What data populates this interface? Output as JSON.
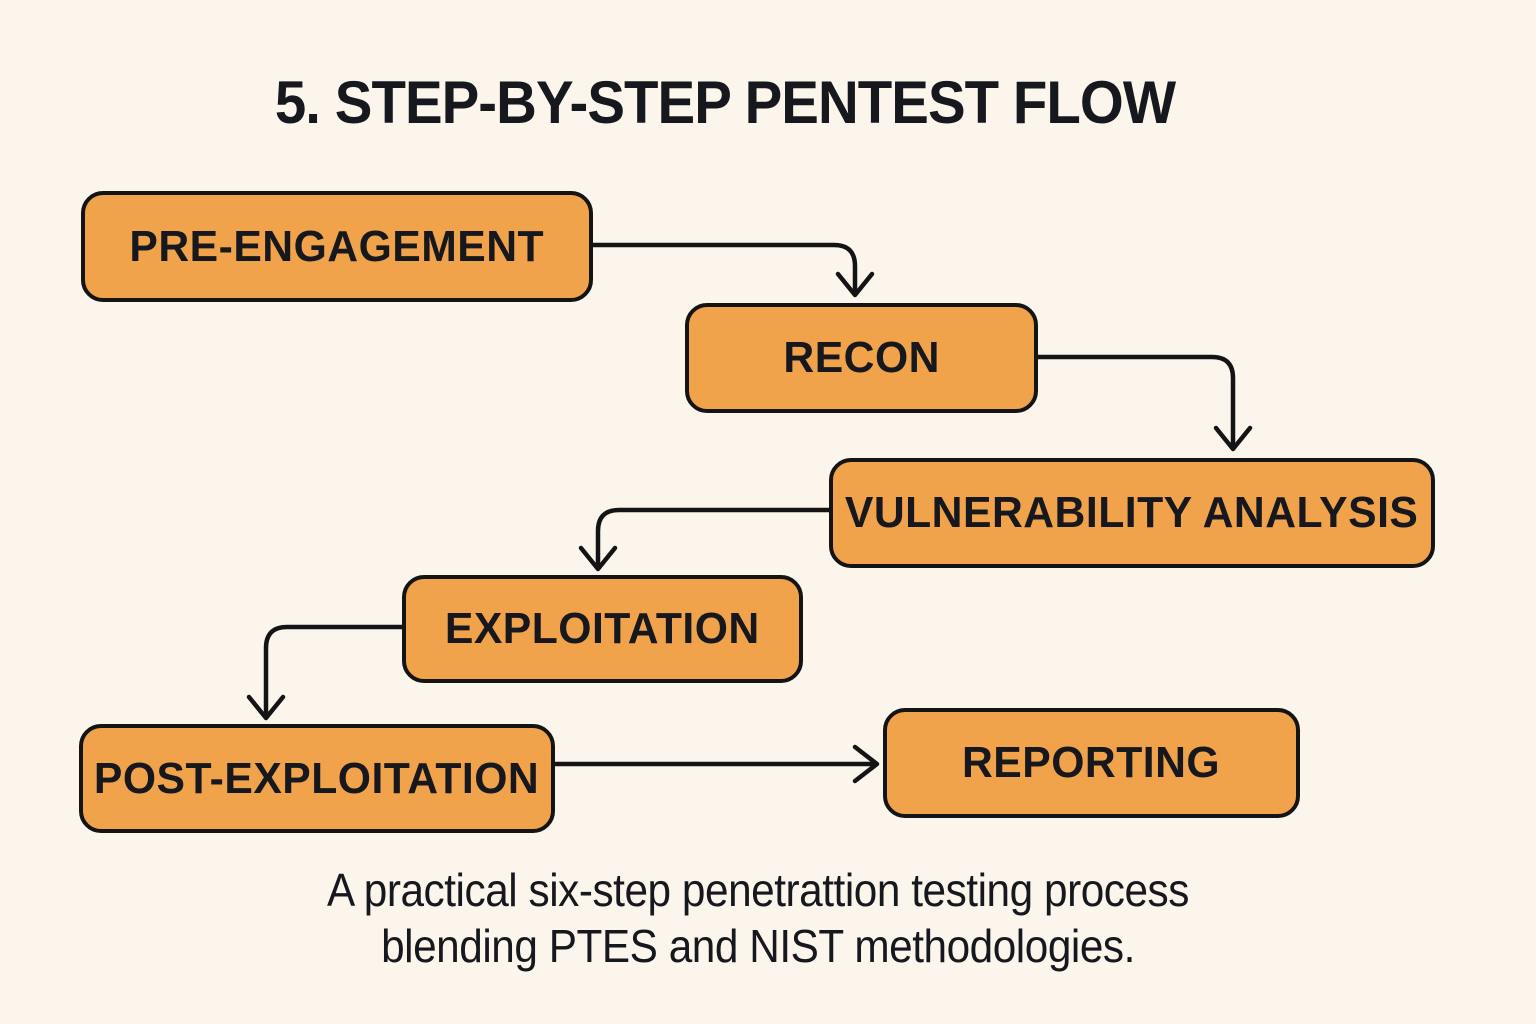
{
  "title": "5. STEP-BY-STEP PENTEST FLOW",
  "diagram": {
    "type": "flowchart",
    "nodes": [
      {
        "id": "pre-engagement",
        "label": "PRE-ENGAGEMENT"
      },
      {
        "id": "recon",
        "label": "RECON"
      },
      {
        "id": "vulnerability-analysis",
        "label": "VULNERABILITY ANALYSIS"
      },
      {
        "id": "exploitation",
        "label": "EXPLOITATION"
      },
      {
        "id": "post-exploitation",
        "label": "POST-EXPLOITATION"
      },
      {
        "id": "reporting",
        "label": "REPORTING"
      }
    ],
    "edges": [
      {
        "from": "pre-engagement",
        "to": "recon"
      },
      {
        "from": "recon",
        "to": "vulnerability-analysis"
      },
      {
        "from": "vulnerability-analysis",
        "to": "exploitation"
      },
      {
        "from": "exploitation",
        "to": "post-exploitation"
      },
      {
        "from": "post-exploitation",
        "to": "reporting"
      }
    ],
    "colors": {
      "background": "#FBF5EC",
      "node_fill": "#F1A34C",
      "node_border": "#141414",
      "arrow": "#141414",
      "text": "#16181D"
    }
  },
  "caption": {
    "line1": "A practical six-step penetrattion testing process",
    "line2": "blending PTES and NIST methodologies."
  }
}
